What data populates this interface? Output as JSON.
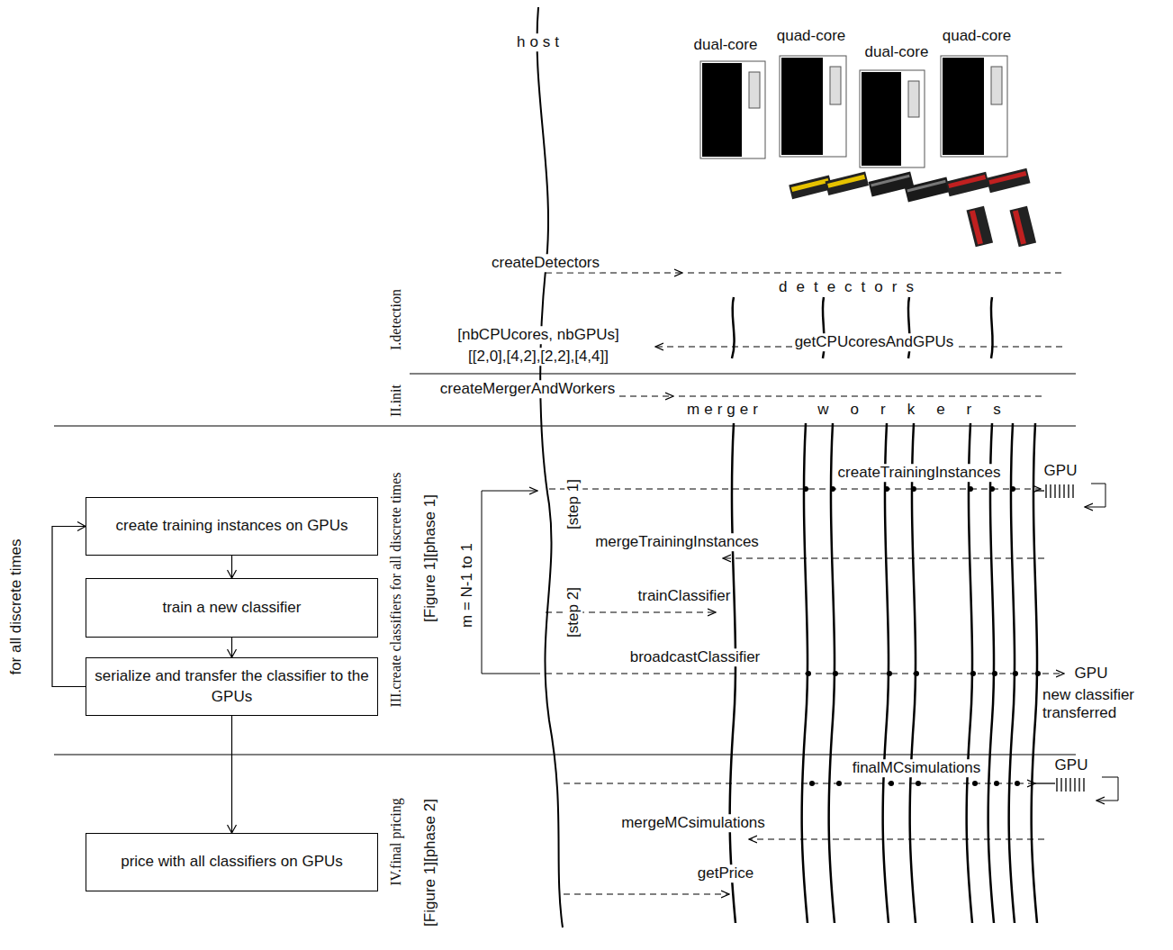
{
  "diagram": {
    "nodes": [
      {
        "text": [
          "create training instances on GPUs"
        ]
      },
      {
        "text": [
          "train a new classifier"
        ]
      },
      {
        "text": [
          "serialize and transfer the classifier to the GPUs"
        ]
      },
      {
        "text": [
          "price with all classifiers on GPUs"
        ]
      }
    ],
    "edges": [
      {
        "from": 0,
        "to": 1,
        "arrow": "to"
      },
      {
        "from": 1,
        "to": 2,
        "arrow": "to"
      },
      {
        "from": 2,
        "to": 0,
        "arrow": "to",
        "label": "for all discrete times"
      },
      {
        "from": 2,
        "to": 3,
        "arrow": "to"
      }
    ],
    "labels": [
      "host",
      "dual-core",
      "quad-core",
      "dual-core",
      "quad-core",
      "createDetectors",
      "detectors",
      "[nbCPUcores, nbGPUs]",
      "[[2,0],[4,2],[2,2],[4,4]]",
      "getCPUcoresAndGPUs",
      "createMergerAndWorkers",
      "merger",
      "workers",
      "createTrainingInstances",
      "GPU",
      "mergeTrainingInstances",
      "trainClassifier",
      "broadcastClassifier",
      "GPU",
      "new classifier transferred",
      "finalMCsimulations",
      "GPU",
      "mergeMCsimulations",
      "getPrice",
      "[step 1]",
      "[step 2]",
      "m = N-1 to 1",
      "I.detection",
      "II.init",
      "III.create classifiers for all discrete times",
      "IV.final pricing",
      "[Figure 1][phase 1]",
      "[Figure 1][phase 2]"
    ]
  }
}
